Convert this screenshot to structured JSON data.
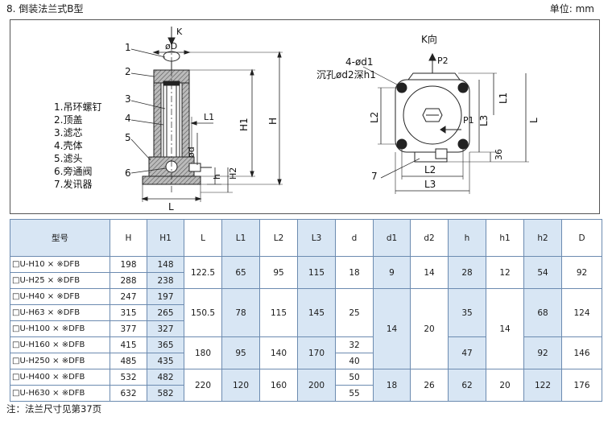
{
  "header": {
    "title": "8. 倒装法兰式B型",
    "unit": "单位: mm"
  },
  "drawing": {
    "k_arrow": "K",
    "k_view": "K向",
    "dims": {
      "phiD": "øD",
      "L1": "L1",
      "phid": "ød",
      "h": "h",
      "h2": "H2",
      "H1": "H1",
      "H": "H",
      "L": "L",
      "holes": "4-ød1",
      "counterbore": "沉孔ød2深h1",
      "P2": "P2",
      "P1": "P1",
      "L2v": "L2",
      "L3v": "L3",
      "L1r": "L1",
      "L3r": "L3",
      "Lr": "L",
      "d36": "36",
      "L2b": "L2",
      "L3b": "L3"
    },
    "callouts": [
      "1",
      "2",
      "3",
      "4",
      "5",
      "6",
      "7"
    ],
    "legend": [
      "1.吊环螺钉",
      "2.顶盖",
      "3.滤芯",
      "4.壳体",
      "5.滤头",
      "6.旁通阀",
      "7.发讯器"
    ]
  },
  "table": {
    "headers": [
      "型号",
      "H",
      "H1",
      "L",
      "L1",
      "L2",
      "L3",
      "d",
      "d1",
      "d2",
      "h",
      "h1",
      "h2",
      "D"
    ],
    "models": [
      "□U-H10 × ※DFB",
      "□U-H25 × ※DFB",
      "□U-H40 × ※DFB",
      "□U-H63 × ※DFB",
      "□U-H100 × ※DFB",
      "□U-H160 × ※DFB",
      "□U-H250 × ※DFB",
      "□U-H400 × ※DFB",
      "□U-H630 × ※DFB"
    ],
    "H": [
      "198",
      "288",
      "247",
      "315",
      "377",
      "415",
      "485",
      "532",
      "632"
    ],
    "H1": [
      "148",
      "238",
      "197",
      "265",
      "327",
      "365",
      "435",
      "482",
      "582"
    ],
    "groups": [
      {
        "L": "122.5",
        "L1": "65",
        "L2": "95",
        "L3": "115",
        "h": "28",
        "h2": "54",
        "D": "92"
      },
      {
        "L": "150.5",
        "L1": "78",
        "L2": "115",
        "L3": "145",
        "h": "35",
        "h2": "68",
        "D": "124"
      },
      {
        "L": "180",
        "L1": "95",
        "L2": "140",
        "L3": "170",
        "h": "47",
        "h2": "92",
        "D": "146"
      },
      {
        "L": "220",
        "L1": "120",
        "L2": "160",
        "L3": "200",
        "h": "62",
        "h2": "122",
        "D": "176"
      }
    ],
    "d": {
      "g1": "18",
      "g2": "25",
      "r160": "32",
      "r250": "40",
      "r400": "50",
      "r630": "55"
    },
    "d1": {
      "g1": "9",
      "mid": "14",
      "last": "18"
    },
    "d2": {
      "g1": "14",
      "mid": "20",
      "last": "26"
    },
    "h1": {
      "g1": "12",
      "mid": "14",
      "last": "20"
    }
  },
  "footnote": "注：法兰尺寸见第37页"
}
